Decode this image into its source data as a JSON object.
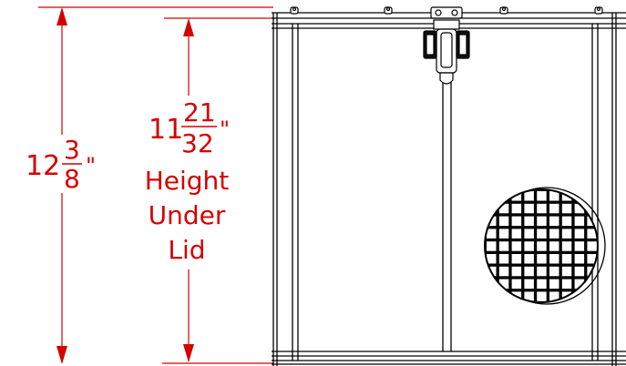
{
  "dimensions": {
    "overall_height": {
      "whole": "12",
      "numerator": "3",
      "denominator": "8",
      "unit": "\""
    },
    "height_under_lid": {
      "whole": "11",
      "numerator": "21",
      "denominator": "32",
      "unit": "\"",
      "caption_line1": "Height",
      "caption_line2": "Under",
      "caption_line3": "Lid"
    }
  },
  "colors": {
    "dimension": "#d40000",
    "drawing_lines": "#000000",
    "background": "#ffffff"
  }
}
